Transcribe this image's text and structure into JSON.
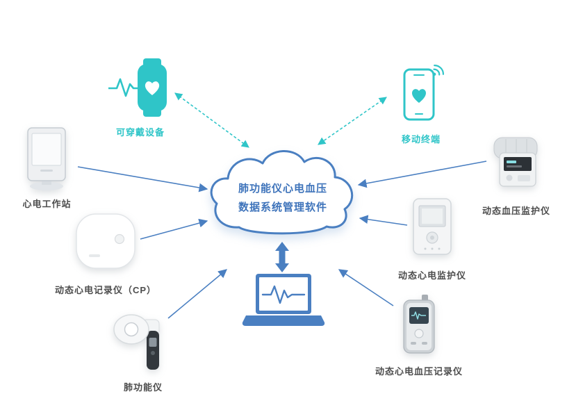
{
  "diagram": {
    "cloud": {
      "line1": "肺功能仪心电血压",
      "line2": "数据系统管理软件"
    },
    "nodes": {
      "wearable": {
        "label": "可穿戴设备",
        "icon": "smartwatch-icon"
      },
      "mobile": {
        "label": "移动终端",
        "icon": "smartphone-icon"
      },
      "workstation": {
        "label": "心电工作站",
        "icon": "ecg-workstation-device"
      },
      "recorder": {
        "label": "动态心电记录仪（CP）",
        "icon": "holter-recorder-device"
      },
      "spirometer": {
        "label": "肺功能仪",
        "icon": "spirometer-device"
      },
      "bp_monitor": {
        "label": "动态血压监护仪",
        "icon": "bp-monitor-device"
      },
      "ecg_monitor": {
        "label": "动态心电监护仪",
        "icon": "ecg-monitor-device"
      },
      "ecg_bp_recorder": {
        "label": "动态心电血压记录仪",
        "icon": "ecg-bp-recorder-device"
      }
    },
    "hub": {
      "icon": "laptop-icon"
    },
    "connections": [
      {
        "from": "wearable",
        "to": "cloud",
        "style": "dashed",
        "direction": "both"
      },
      {
        "from": "mobile",
        "to": "cloud",
        "style": "dashed",
        "direction": "both"
      },
      {
        "from": "workstation",
        "to": "cloud",
        "style": "solid",
        "direction": "to-cloud"
      },
      {
        "from": "recorder",
        "to": "cloud",
        "style": "solid",
        "direction": "to-cloud"
      },
      {
        "from": "spirometer",
        "to": "cloud",
        "style": "solid",
        "direction": "to-cloud"
      },
      {
        "from": "bp_monitor",
        "to": "cloud",
        "style": "solid",
        "direction": "to-cloud"
      },
      {
        "from": "ecg_monitor",
        "to": "cloud",
        "style": "solid",
        "direction": "to-cloud"
      },
      {
        "from": "ecg_bp_recorder",
        "to": "cloud",
        "style": "solid",
        "direction": "to-cloud"
      },
      {
        "from": "cloud",
        "to": "laptop",
        "style": "solid",
        "direction": "both"
      }
    ],
    "colors": {
      "teal": "#2fc5c8",
      "blue": "#4a7fc1",
      "text_blue": "#3f74bb",
      "label_dark": "#4d4d4d"
    }
  }
}
